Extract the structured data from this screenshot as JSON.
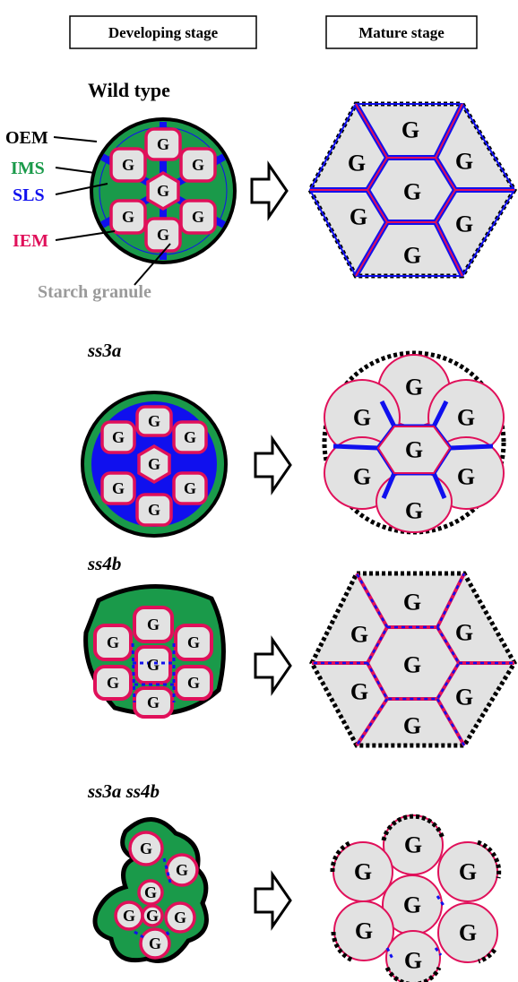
{
  "headers": {
    "developing": "Developing stage",
    "mature": "Mature stage"
  },
  "titles": {
    "wild_type": "Wild type",
    "ss3a": "ss3a",
    "ss4b": "ss4b",
    "double": "ss3a ss4b"
  },
  "labels": {
    "oem": "OEM",
    "ims": "IMS",
    "sls": "SLS",
    "iem": "IEM",
    "starch_granule": "Starch granule"
  },
  "granule_letter": "G",
  "colors": {
    "oem": "#000000",
    "ims": "#1a9a4a",
    "sls": "#1010ee",
    "iem": "#e0105a",
    "granule": "#e2e2e2",
    "starch_label": "#9a9a9a"
  }
}
